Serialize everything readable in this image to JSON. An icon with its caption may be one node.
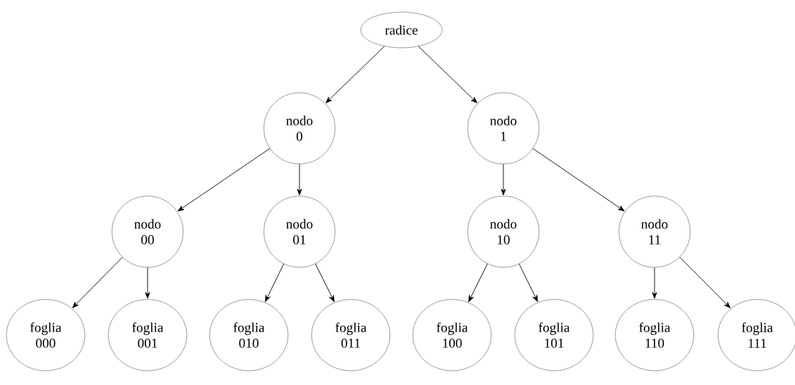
{
  "diagram": {
    "nodes": [
      {
        "text": [
          "radice"
        ]
      },
      {
        "text": [
          "nodo 0"
        ]
      },
      {
        "text": [
          "nodo 1"
        ]
      },
      {
        "text": [
          "nodo 00"
        ]
      },
      {
        "text": [
          "nodo 01"
        ]
      },
      {
        "text": [
          "nodo 10"
        ]
      },
      {
        "text": [
          "nodo 11"
        ]
      },
      {
        "text": [
          "foglia 000"
        ]
      },
      {
        "text": [
          "foglia 001"
        ]
      },
      {
        "text": [
          "foglia 010"
        ]
      },
      {
        "text": [
          "foglia 011"
        ]
      },
      {
        "text": [
          "foglia 100"
        ]
      },
      {
        "text": [
          "foglia 101"
        ]
      },
      {
        "text": [
          "foglia 110"
        ]
      },
      {
        "text": [
          "foglia 111"
        ]
      }
    ],
    "edges": [
      {
        "from": 0,
        "to": 1,
        "arrow": "to"
      },
      {
        "from": 0,
        "to": 2,
        "arrow": "to"
      },
      {
        "from": 1,
        "to": 3,
        "arrow": "to"
      },
      {
        "from": 1,
        "to": 4,
        "arrow": "to"
      },
      {
        "from": 2,
        "to": 5,
        "arrow": "to"
      },
      {
        "from": 2,
        "to": 6,
        "arrow": "to"
      },
      {
        "from": 3,
        "to": 7,
        "arrow": "to"
      },
      {
        "from": 3,
        "to": 8,
        "arrow": "to"
      },
      {
        "from": 4,
        "to": 9,
        "arrow": "to"
      },
      {
        "from": 4,
        "to": 10,
        "arrow": "to"
      },
      {
        "from": 5,
        "to": 11,
        "arrow": "to"
      },
      {
        "from": 5,
        "to": 12,
        "arrow": "to"
      },
      {
        "from": 6,
        "to": 13,
        "arrow": "to"
      },
      {
        "from": 6,
        "to": 14,
        "arrow": "to"
      }
    ]
  }
}
